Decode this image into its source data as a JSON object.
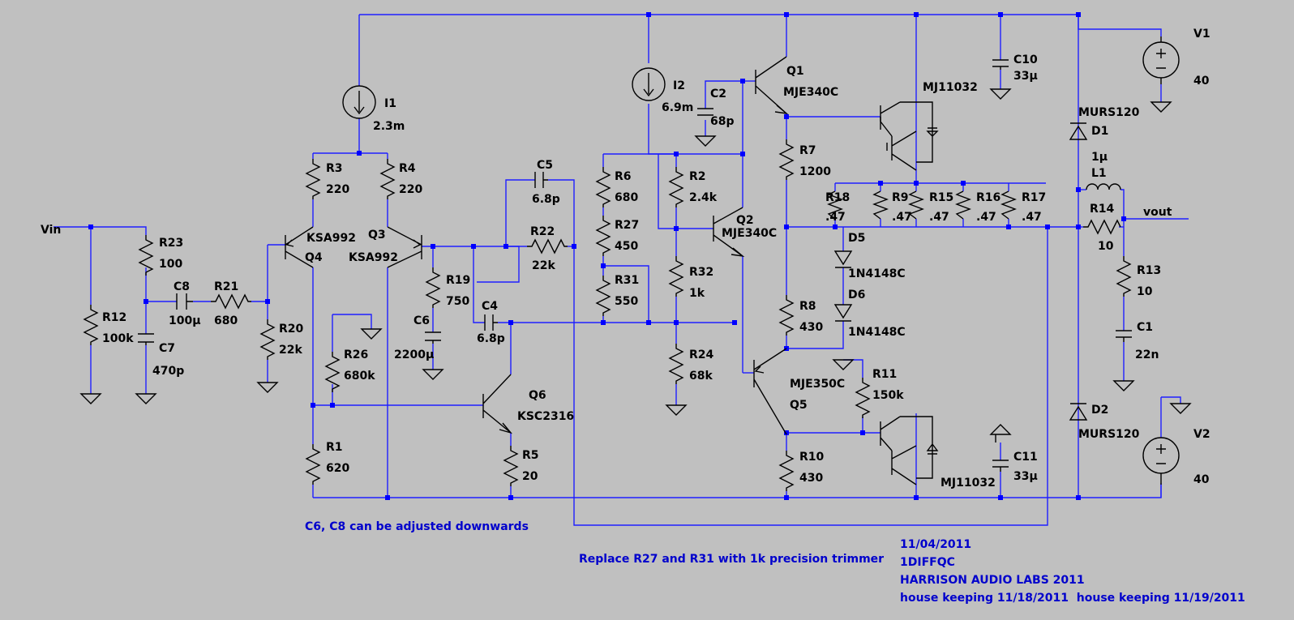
{
  "net_labels": {
    "vin": "Vin",
    "vout": "vout"
  },
  "components": {
    "I1": {
      "ref": "I1",
      "value": "2.3m"
    },
    "I2": {
      "ref": "I2",
      "value": "6.9m"
    },
    "R3": {
      "ref": "R3",
      "value": "220"
    },
    "R4": {
      "ref": "R4",
      "value": "220"
    },
    "R23": {
      "ref": "R23",
      "value": "100"
    },
    "R12": {
      "ref": "R12",
      "value": "100k"
    },
    "C8": {
      "ref": "C8",
      "value": "100µ"
    },
    "R21": {
      "ref": "R21",
      "value": "680"
    },
    "C7": {
      "ref": "C7",
      "value": "470p"
    },
    "R20": {
      "ref": "R20",
      "value": "22k"
    },
    "Q4": {
      "ref": "Q4",
      "value": "KSA992"
    },
    "Q3": {
      "ref": "Q3",
      "value": "KSA992"
    },
    "R26": {
      "ref": "R26",
      "value": "680k"
    },
    "R1": {
      "ref": "R1",
      "value": "620"
    },
    "R19": {
      "ref": "R19",
      "value": "750"
    },
    "C6": {
      "ref": "C6",
      "value": "2200µ"
    },
    "C4": {
      "ref": "C4",
      "value": "6.8p"
    },
    "C5": {
      "ref": "C5",
      "value": "6.8p"
    },
    "R22": {
      "ref": "R22",
      "value": "22k"
    },
    "Q6": {
      "ref": "Q6",
      "value": "KSC2316"
    },
    "R5": {
      "ref": "R5",
      "value": "20"
    },
    "R6": {
      "ref": "R6",
      "value": "680"
    },
    "R27": {
      "ref": "R27",
      "value": "450"
    },
    "R31": {
      "ref": "R31",
      "value": "550"
    },
    "C2": {
      "ref": "C2",
      "value": "68p"
    },
    "R2": {
      "ref": "R2",
      "value": "2.4k"
    },
    "R32": {
      "ref": "R32",
      "value": "1k"
    },
    "R24": {
      "ref": "R24",
      "value": "68k"
    },
    "Q2": {
      "ref": "Q2",
      "value": "MJE340C"
    },
    "Q1": {
      "ref": "Q1",
      "value": "MJE340C"
    },
    "R7": {
      "ref": "R7",
      "value": "1200"
    },
    "D5": {
      "ref": "D5",
      "value": "1N4148C"
    },
    "D6": {
      "ref": "D6",
      "value": "1N4148C"
    },
    "R8": {
      "ref": "R8",
      "value": "430"
    },
    "Q5": {
      "ref": "Q5",
      "value": "MJE350C"
    },
    "R10": {
      "ref": "R10",
      "value": "430"
    },
    "R11": {
      "ref": "R11",
      "value": "150k"
    },
    "QTOP": {
      "value": "MJ11032"
    },
    "QBOT": {
      "value": "MJ11032"
    },
    "C10": {
      "ref": "C10",
      "value": "33µ"
    },
    "C11": {
      "ref": "C11",
      "value": "33µ"
    },
    "R18": {
      "ref": "R18",
      "value": ".47"
    },
    "R9": {
      "ref": "R9",
      "value": ".47"
    },
    "R15": {
      "ref": "R15",
      "value": ".47"
    },
    "R16": {
      "ref": "R16",
      "value": ".47"
    },
    "R17": {
      "ref": "R17",
      "value": ".47"
    },
    "D1": {
      "ref": "D1",
      "value": "MURS120"
    },
    "D2": {
      "ref": "D2",
      "value": "MURS120"
    },
    "L1": {
      "ref": "L1",
      "value": "1µ"
    },
    "R14": {
      "ref": "R14",
      "value": "10"
    },
    "R13": {
      "ref": "R13",
      "value": "10"
    },
    "C1": {
      "ref": "C1",
      "value": "22n"
    },
    "V1": {
      "ref": "V1",
      "value": "40"
    },
    "V2": {
      "ref": "V2",
      "value": "40"
    }
  },
  "comments": {
    "note1": "C6, C8 can be adjusted downwards",
    "note2": "Replace R27 and R31 with 1k precision trimmer",
    "date": "11/04/2011",
    "design": "1DIFFQC",
    "company": "HARRISON AUDIO LABS 2011",
    "housekeeping": "house keeping 11/18/2011  house keeping 11/19/2011"
  },
  "colors": {
    "background": "#c0c0c0",
    "wire": "#1f1fff",
    "symbol": "#000000",
    "comment": "#0000cc"
  }
}
